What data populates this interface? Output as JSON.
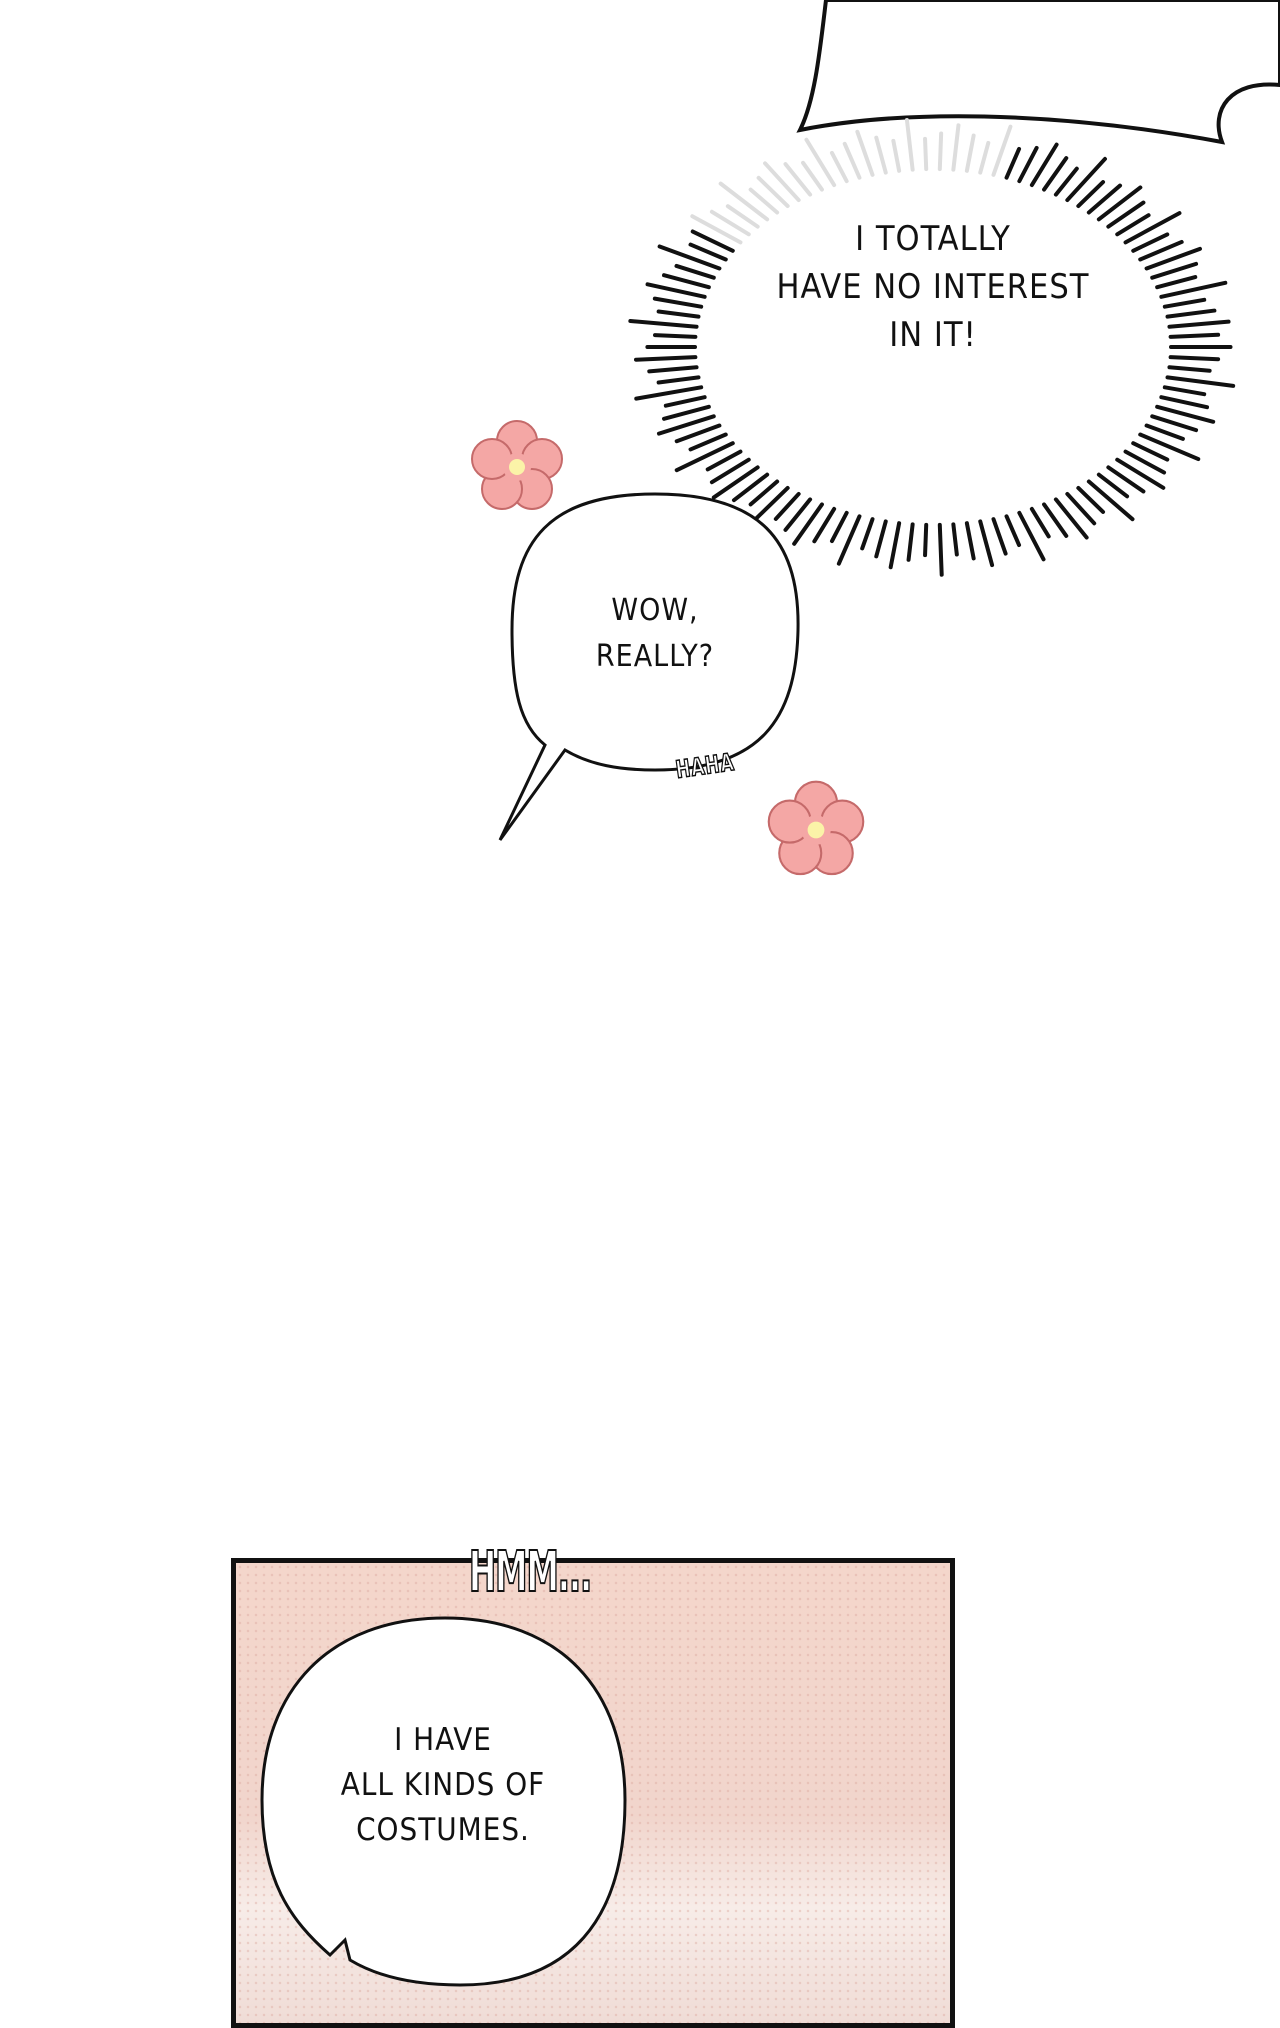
{
  "bubbles": {
    "shout": [
      "I TOTALLY",
      "HAVE NO INTEREST",
      "IN IT!"
    ],
    "wow": [
      "WOW,",
      "REALLY?"
    ],
    "costumes": [
      "I HAVE",
      "ALL KINDS OF",
      "COSTUMES."
    ]
  },
  "sfx": {
    "haha": "HAHA",
    "hmm": "HMM..."
  },
  "colors": {
    "flower": "#f4a7a5",
    "flower_center": "#fbf3a8",
    "panel_bg": "#f2d2c6"
  }
}
